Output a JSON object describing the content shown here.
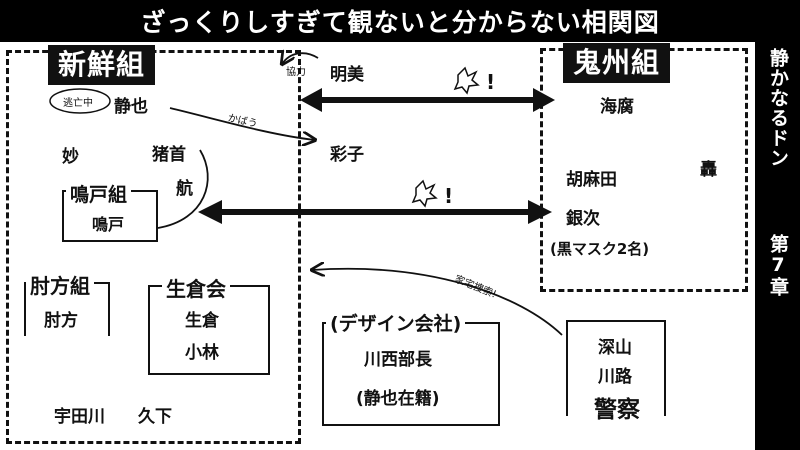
{
  "title": "ざっくりしすぎて観ないと分からない相関図",
  "sidebar": {
    "line1": "静かなるドン",
    "line2": "第7章"
  },
  "groups": {
    "shinsengumi": {
      "label": "新鮮組"
    },
    "kishugumi": {
      "label": "鬼州組"
    },
    "narutogumi": {
      "label": "鳴戸組",
      "member": "鳴戸"
    },
    "hijikatagumi": {
      "label": "肘方組",
      "member": "肘方"
    },
    "ikurakai": {
      "label": "生倉会",
      "members": [
        "生倉",
        "小林"
      ]
    },
    "design": {
      "label": "(デザイン会社)",
      "members": [
        "川西部長",
        "(静也在籍)"
      ]
    },
    "police": {
      "label": "警察",
      "members": [
        "深山",
        "川路"
      ]
    }
  },
  "people": {
    "shizuya": "静也",
    "tae": "妙",
    "inokubi": "猪首",
    "wataru": "航",
    "udagawa": "宇田川",
    "kushita": "久下",
    "akemi": "明美",
    "ayako": "彩子",
    "kaifu": "海腐",
    "kosoda": "胡麻田",
    "todoroki": "轟",
    "ginji": "銀次",
    "masked": "(黒マスク2名)"
  },
  "annotations": {
    "escaping": "逃亡中",
    "cooperate": "協力",
    "protect": "かばう",
    "search": "家宅捜索!",
    "clash1": "!",
    "clash2": "!"
  }
}
